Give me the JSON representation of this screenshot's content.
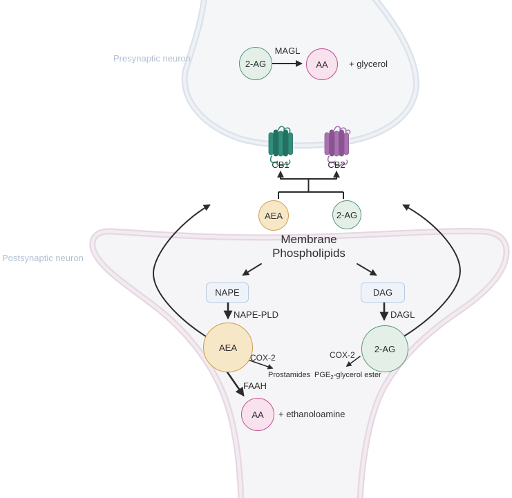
{
  "figure": {
    "presynaptic_label": "Presynaptic neuron",
    "postsynaptic_label": "Postsynaptic neuron",
    "membrane_line1": "Membrane",
    "membrane_line2": "Phospholipids"
  },
  "presynaptic_reaction": {
    "substrate": "2-AG",
    "enzyme": "MAGL",
    "product": "AA",
    "byproduct": "+ glycerol"
  },
  "receptors": {
    "cb1": "CB1",
    "cb2": "CB2"
  },
  "cleft": {
    "aea": "AEA",
    "ag": "2-AG"
  },
  "postsynaptic_pathway": {
    "nape_box": "NAPE",
    "dag_box": "DAG",
    "nape_pld_enzyme": "NAPE-PLD",
    "dagl_enzyme": "DAGL",
    "aea": "AEA",
    "ag": "2-AG",
    "cox2_left": "COX-2",
    "cox2_right": "COX-2",
    "prostamides": "Prostamides",
    "pge_base": "PGE",
    "pge_sub": "2",
    "pge_rest": "-glycerol ester",
    "faah_enzyme": "FAAH",
    "aa": "AA",
    "byproduct": "+ ethanoloamine"
  },
  "icons": {
    "cb1_receptor": "gpcr-receptor-icon-teal",
    "cb2_receptor": "gpcr-receptor-icon-purple"
  },
  "colors": {
    "text": "#2e2e2e",
    "arrow": "#2b2b2b",
    "muted": "#b3c1d4",
    "pre_fill": "#f4f6f8",
    "pre_stroke": "#dbe2ea",
    "pre_inner": "#eef1f5",
    "post_fill": "#f5f4f6",
    "post_stroke": "#e6d7e2",
    "post_inner": "#f2ecf1",
    "aea_fill": "#f6e8c6",
    "aea_stroke": "#d19b4e",
    "ag_fill": "#e4efe8",
    "ag_stroke": "#55967f",
    "aa_fill": "#f7e2ee",
    "aa_stroke": "#c75191",
    "box_fill": "#eef3fa",
    "box_stroke": "#b9cbe2",
    "cb1_a": "#2f8f7c",
    "cb1_b": "#246f60",
    "cb2_a": "#a973b1",
    "cb2_b": "#8a5492"
  }
}
